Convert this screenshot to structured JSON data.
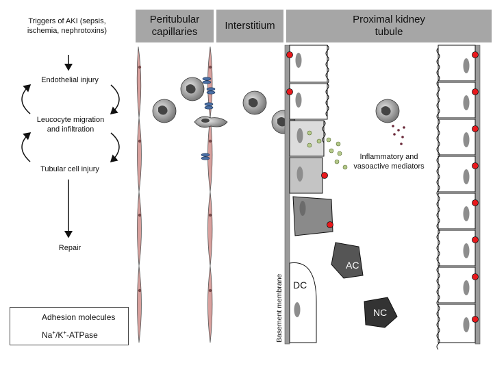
{
  "headers": {
    "peritubular": "Peritubular capillaries",
    "interstitium": "Interstitium",
    "proximal": "Proximal kidney tubule"
  },
  "flow": {
    "triggers": "Triggers of AKI (sepsis, ischemia, nephrotoxins)",
    "endothelial": "Endothelial injury",
    "leucocyte": "Leucocyte migration and infiltration",
    "tubular": "Tubular cell injury",
    "repair": "Repair"
  },
  "labels": {
    "mediators": "Inflammatory and vasoactive mediators",
    "basement_membrane": "Basement membrane",
    "dc": "DC",
    "ac": "AC",
    "nc": "NC"
  },
  "legend": {
    "adhesion": "Adhesion molecules",
    "atpase_prefix": "Na",
    "atpase_mid": "/K",
    "atpase_suffix": "-ATPase",
    "sup": "+"
  },
  "colors": {
    "header_bg": "#a6a6a6",
    "capillary": "#d9a09d",
    "membrane": "#9a9a9a",
    "atpase": "#e8181c",
    "adhesion": "#4a6fa5",
    "mediator_green": "#b5c98a",
    "mediator_dark": "#6b2a3a"
  }
}
